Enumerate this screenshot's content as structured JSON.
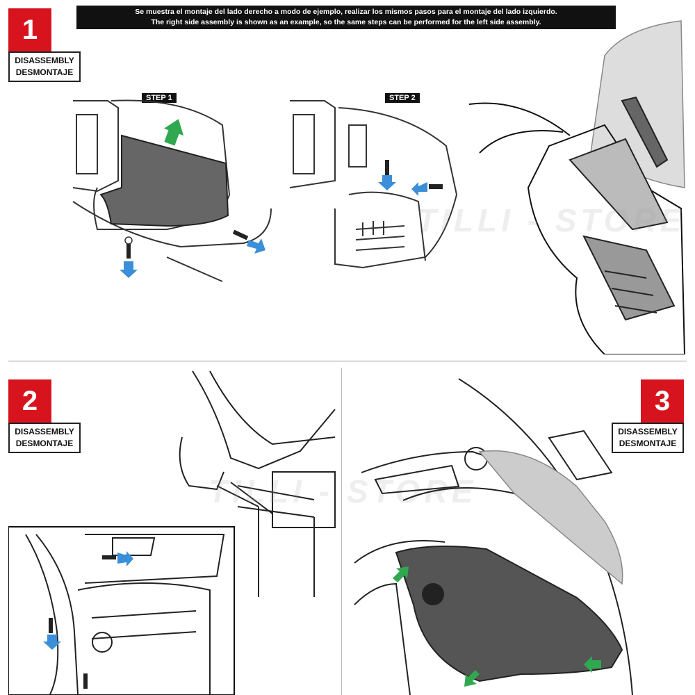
{
  "notice": {
    "line_es": "Se muestra el montaje del lado derecho a modo de ejemplo, realizar los mismos pasos para el montaje del lado izquierdo.",
    "line_en": "The right side assembly is shown as an example, so the same steps can be performed for the left side assembly."
  },
  "panels": [
    {
      "number": "1",
      "label_en": "DISASSEMBLY",
      "label_es": "DESMONTAJE"
    },
    {
      "number": "2",
      "label_en": "DISASSEMBLY",
      "label_es": "DESMONTAJE"
    },
    {
      "number": "3",
      "label_en": "DISASSEMBLY",
      "label_es": "DESMONTAJE"
    }
  ],
  "steps": [
    {
      "label": "STEP 1"
    },
    {
      "label": "STEP 2"
    }
  ],
  "watermark": "TILLI - STORE",
  "colors": {
    "accent_red": "#d7141e",
    "arrow_blue": "#3a8fd8",
    "arrow_green": "#2fa84f",
    "panel_dark": "#555555"
  }
}
